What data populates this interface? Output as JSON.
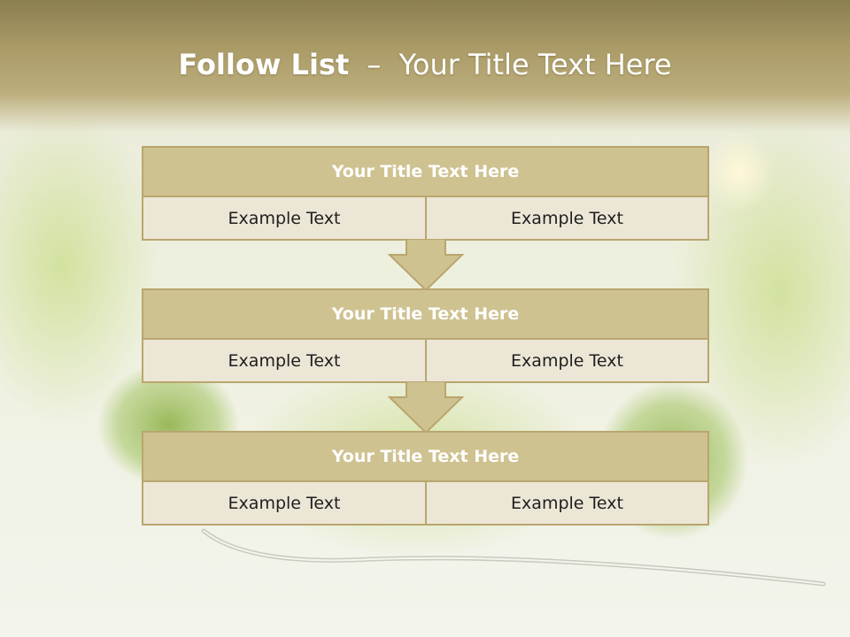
{
  "slide": {
    "title_bold": "Follow List",
    "title_separator": "–",
    "title_rest": "Your Title Text Here",
    "steps": [
      {
        "title": "Your Title Text Here",
        "left": "Example Text",
        "right": "Example Text"
      },
      {
        "title": "Your Title Text Here",
        "left": "Example Text",
        "right": "Example Text"
      },
      {
        "title": "Your Title Text Here",
        "left": "Example Text",
        "right": "Example Text"
      }
    ]
  },
  "colors": {
    "header": "#a99a66",
    "card_title_fill": "#cfc291",
    "card_border": "#b9a66e",
    "cell_fill": "#ece6d6",
    "arrow_fill": "#cfc291"
  }
}
